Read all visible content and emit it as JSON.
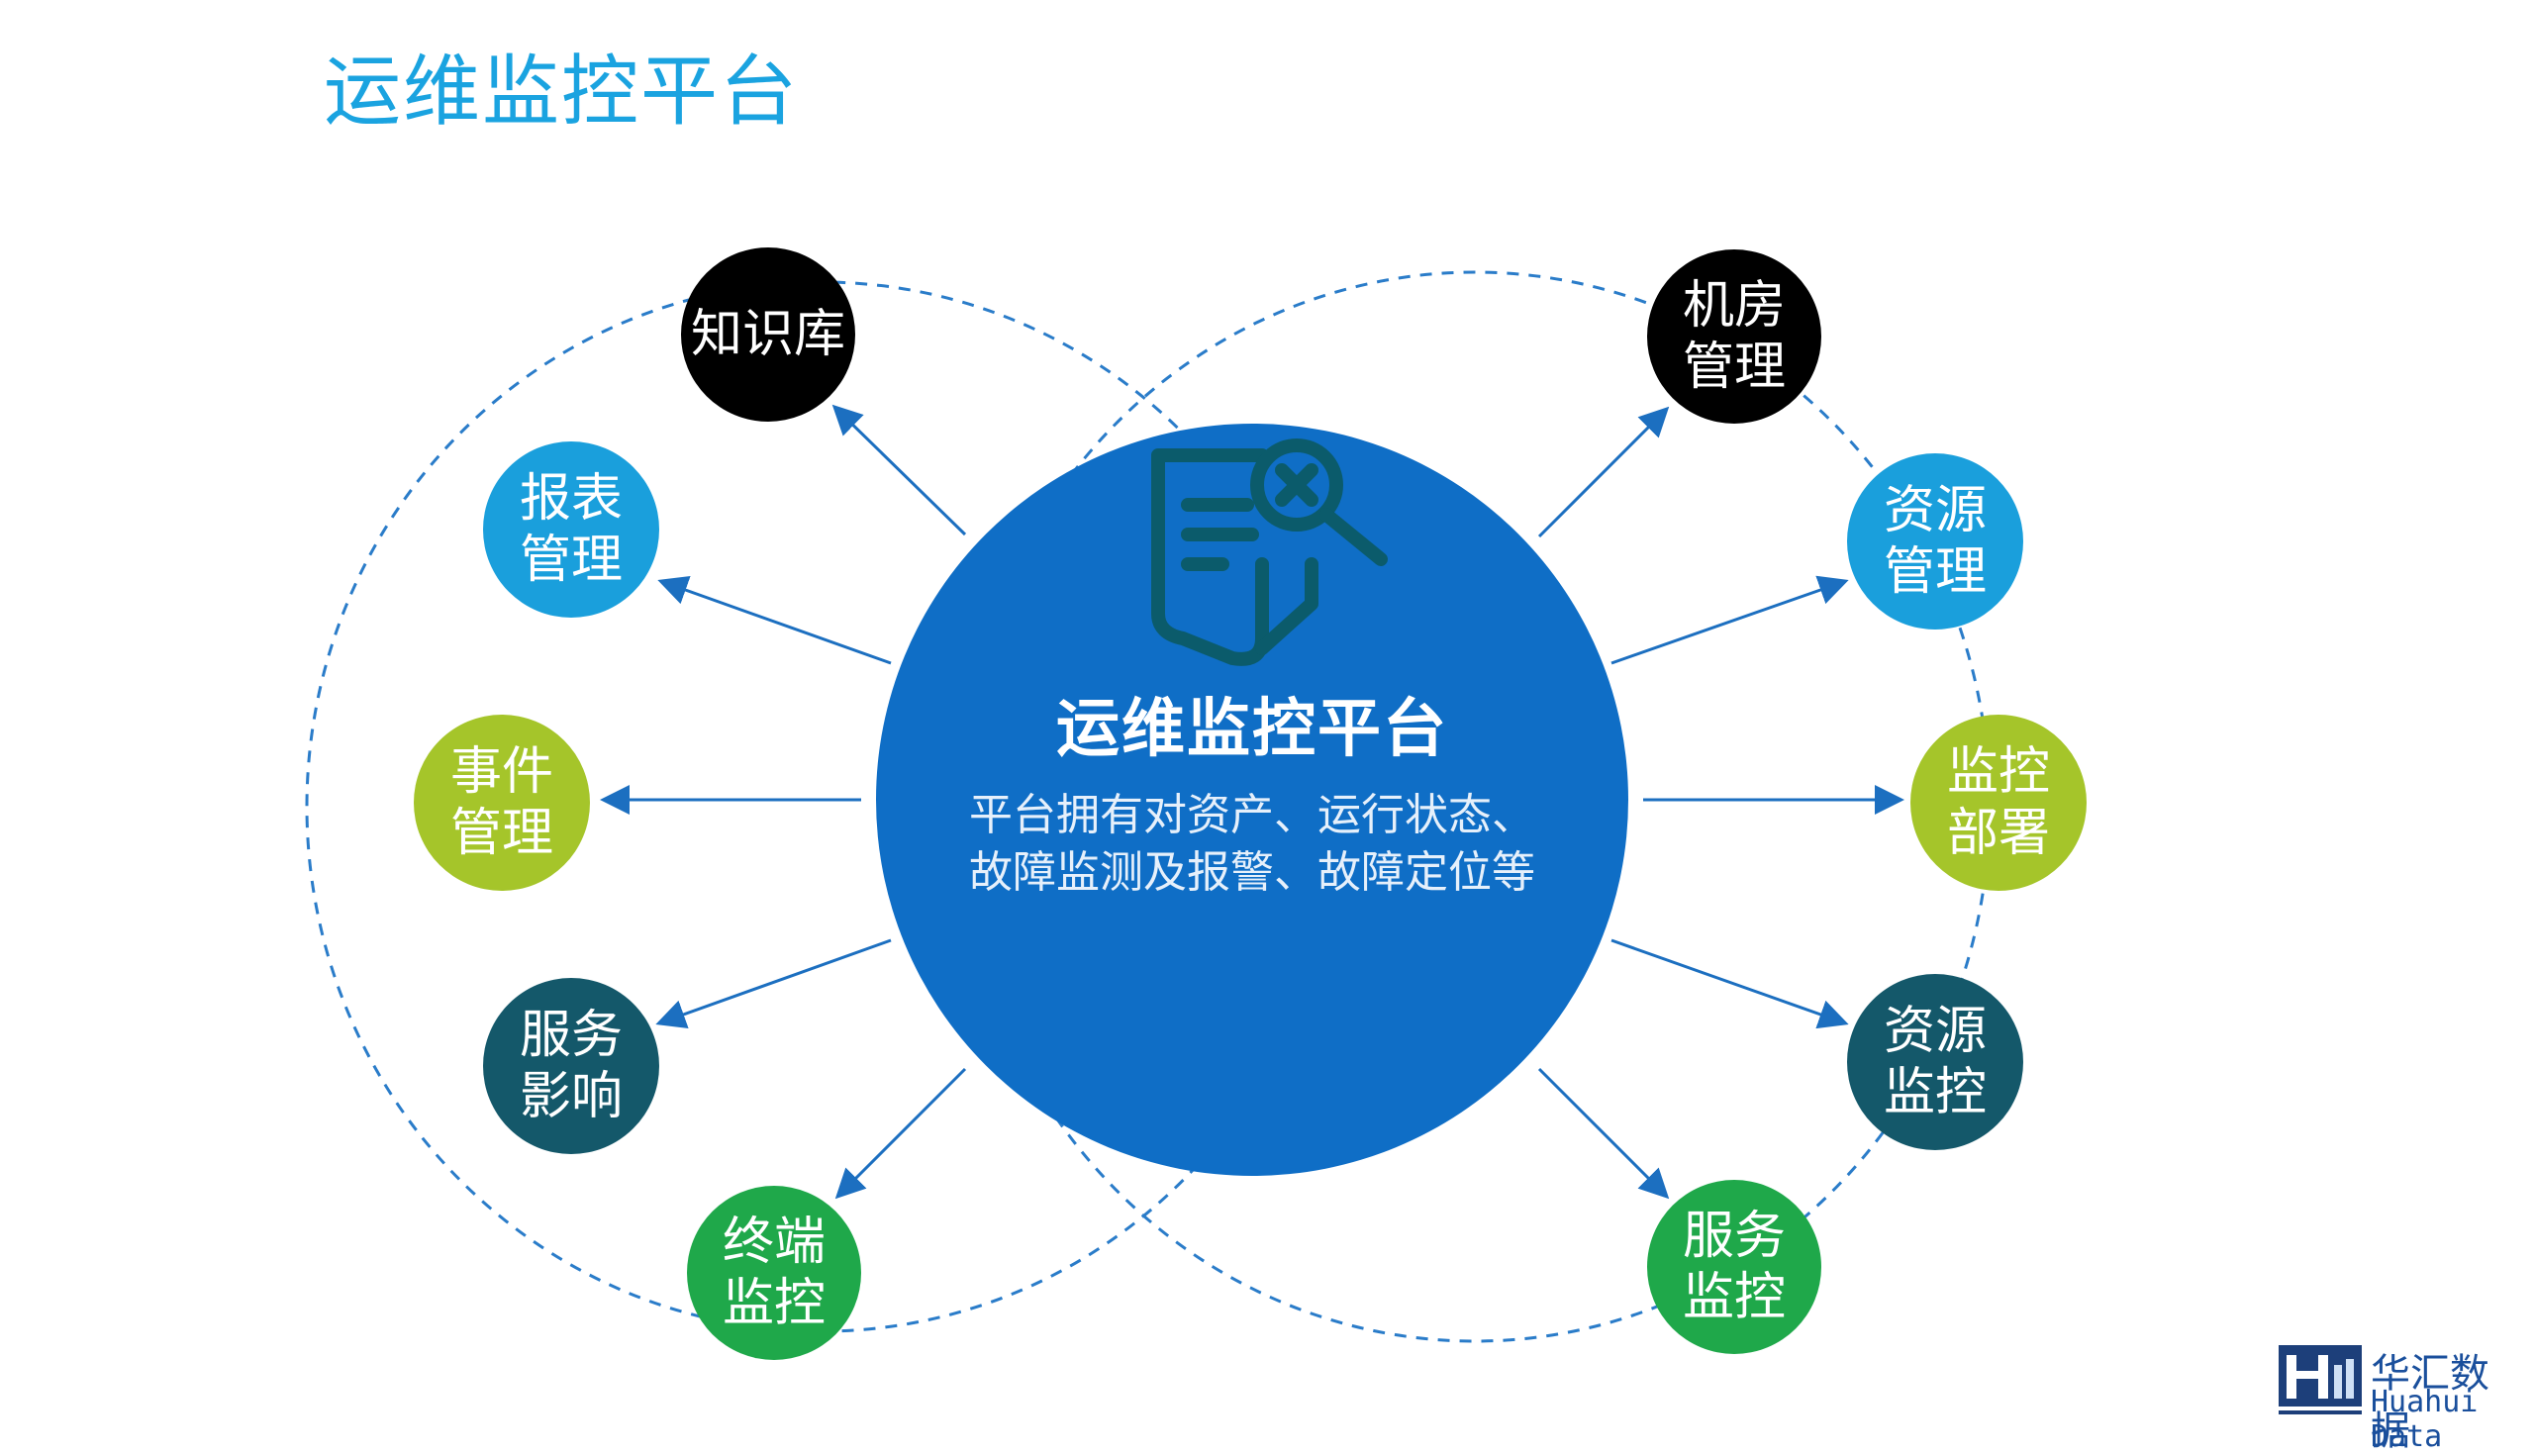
{
  "page_title": "运维监控平台",
  "center": {
    "title": "运维监控平台",
    "description": "平台拥有对资产、运行状态、故障监测及报警、故障定位等",
    "icon": "document-search-icon",
    "color": "#0f6ec6"
  },
  "nodes": [
    {
      "label": "知识库",
      "color": "#000000",
      "side": "left"
    },
    {
      "label": "报表\n管理",
      "color": "#1a9fdc",
      "side": "left"
    },
    {
      "label": "事件\n管理",
      "color": "#a5c52a",
      "side": "left"
    },
    {
      "label": "服务\n影响",
      "color": "#14586a",
      "side": "left"
    },
    {
      "label": "终端\n监控",
      "color": "#1fa84a",
      "side": "left"
    },
    {
      "label": "机房\n管理",
      "color": "#000000",
      "side": "right"
    },
    {
      "label": "资源\n管理",
      "color": "#1a9fdc",
      "side": "right"
    },
    {
      "label": "监控\n部署",
      "color": "#a5c52a",
      "side": "right"
    },
    {
      "label": "资源\n监控",
      "color": "#14586a",
      "side": "right"
    },
    {
      "label": "服务\n监控",
      "color": "#1fa84a",
      "side": "right"
    }
  ],
  "logo": {
    "cn": "华汇数据",
    "en": "Huahui Data"
  },
  "colors": {
    "title": "#1aa3e0",
    "arrow": "#1c6fc0",
    "dashed_ring": "#2a7cc9"
  }
}
